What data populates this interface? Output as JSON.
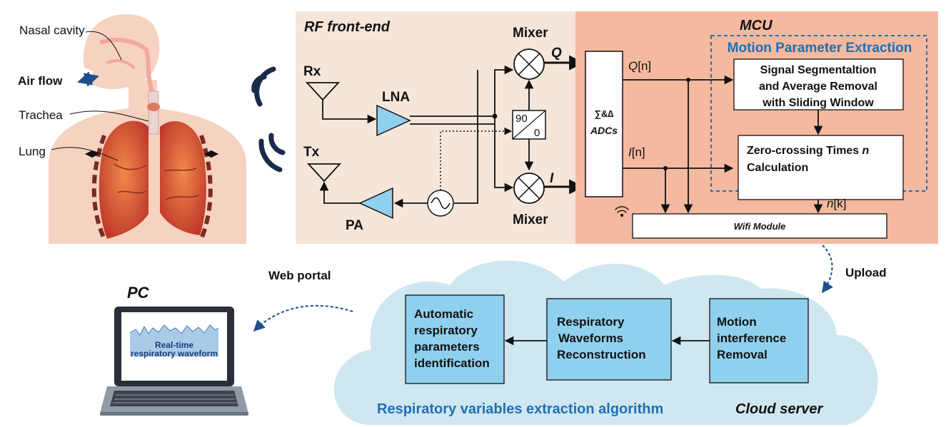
{
  "anatomy": {
    "nasal_cavity": "Nasal cavity",
    "air_flow": "Air flow",
    "trachea": "Trachea",
    "lung": "Lung"
  },
  "rf_frontend": {
    "title": "RF front-end",
    "rx": "Rx",
    "tx": "Tx",
    "lna": "LNA",
    "pa": "PA",
    "mixer_top": "Mixer",
    "mixer_bottom": "Mixer",
    "q": "Q",
    "i": "I",
    "phase_90": "90",
    "phase_0": "0"
  },
  "mcu": {
    "title": "MCU",
    "adc_line1": "∑&∆",
    "adc_line2": "ADCs",
    "q_n_letter": "Q",
    "q_n_index": "[n]",
    "i_n_letter": "I",
    "i_n_index": "[n]",
    "n_k_letter": "n",
    "n_k_index": "[k]",
    "mpe_title": "Motion Parameter Extraction",
    "seg_line1": "Signal Segmentaltion",
    "seg_line2": "and Average Removal",
    "seg_line3": "with Sliding Window",
    "zc_line1_a": "Zero-crossing Times ",
    "zc_line1_b": "n",
    "zc_line2": "Calculation",
    "wifi_module": "Wifi Module"
  },
  "cloud": {
    "upload": "Upload",
    "motion_line1": "Motion",
    "motion_line2": "interference",
    "motion_line3": "Removal",
    "resp_line1": "Respiratory",
    "resp_line2": "Waveforms",
    "resp_line3": "Reconstruction",
    "auto_line1": "Automatic",
    "auto_line2": "respiratory",
    "auto_line3": "parameters",
    "auto_line4": "identification",
    "algorithm": "Respiratory variables extraction algorithm",
    "cloud_server": "Cloud server"
  },
  "pc": {
    "title": "PC",
    "web_portal": "Web portal",
    "screen_line1": "Real-time",
    "screen_line2": "respiratory waveform"
  },
  "colors": {
    "rf_bg": "#f5e6d9",
    "mcu_bg": "#f4b99f",
    "cloud": "#cfe7f0",
    "box_blue": "#8fd0ee",
    "accent_blue": "#1f6fb4",
    "lung_red": "#c0392b"
  }
}
